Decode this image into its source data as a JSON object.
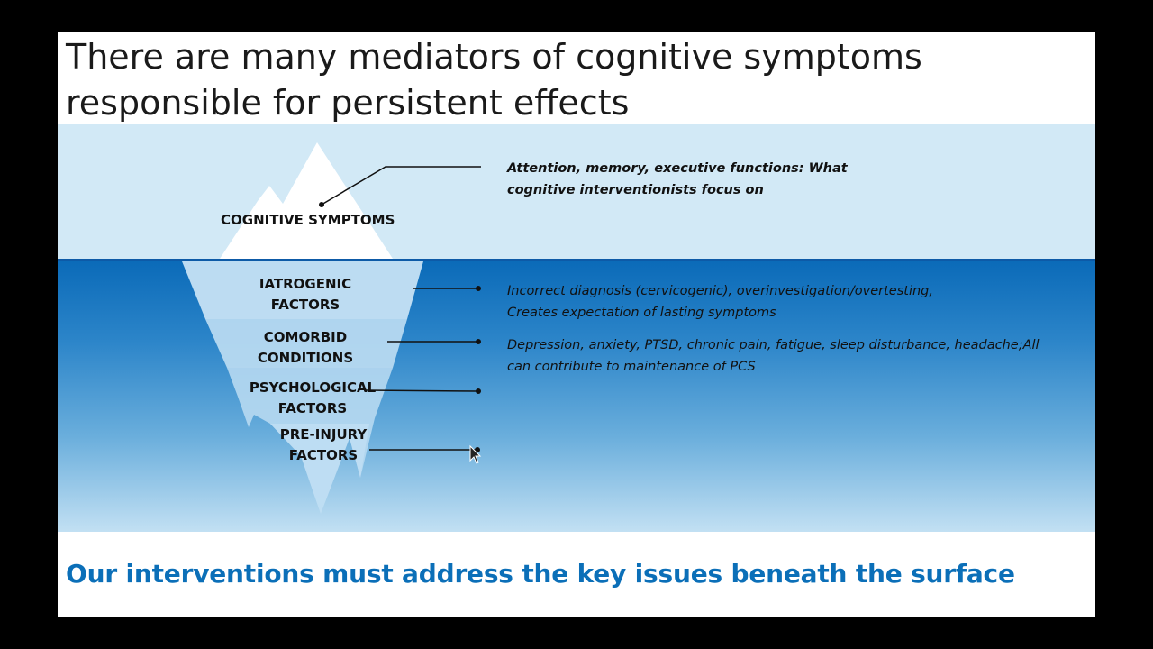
{
  "title": {
    "line1": "There are many mediators of cognitive symptoms",
    "line2": "responsible for persistent effects"
  },
  "iceberg": {
    "tip_label": "COGNITIVE SYMPTOMS",
    "layers": [
      {
        "line1": "IATROGENIC",
        "line2": "FACTORS"
      },
      {
        "line1": "COMORBID",
        "line2": "CONDITIONS"
      },
      {
        "line1": "PSYCHOLOGICAL",
        "line2": "FACTORS"
      },
      {
        "line1": "PRE-INJURY",
        "line2": "FACTORS"
      }
    ]
  },
  "notes": {
    "cognitive": {
      "line1": "Attention, memory, executive functions: What",
      "line2": "cognitive interventionists focus on"
    },
    "iatrogenic": {
      "line1": "Incorrect diagnosis (cervicogenic), overinvestigation/overtesting,",
      "line2": "Creates expectation of lasting symptoms"
    },
    "comorbid": {
      "line1": "Depression, anxiety, PTSD, chronic pain, fatigue, sleep disturbance, headache;All",
      "line2": "can contribute to maintenance of PCS"
    }
  },
  "footer": {
    "takeaway": "Our interventions must address the key issues beneath the surface"
  },
  "colors": {
    "sky": "#d2e9f6",
    "sea_top": "#0a6ab8",
    "iceberg_below": "#b8d8f0",
    "takeaway_text": "#0b6fb8"
  }
}
